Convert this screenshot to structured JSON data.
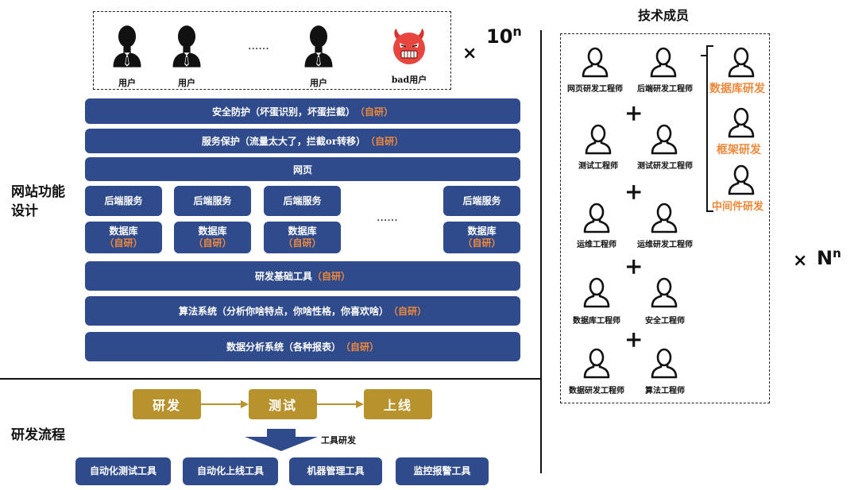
{
  "users": {
    "labels": [
      "用户",
      "用户",
      "用户",
      "bad用户"
    ],
    "ellipsis": "......",
    "multiplier": "×",
    "power_base": "10",
    "power_exp": "n"
  },
  "site_design": {
    "title_line1": "网站功能",
    "title_line2": "设计",
    "security": {
      "text": "安全防护（坏蛋识别，坏蛋拦截）",
      "tag": "（自研）"
    },
    "service_protect": {
      "text": "服务保护（流量太大了，拦截or转移）",
      "tag": "（自研）"
    },
    "webpage": "网页",
    "backend_label": "后端服务",
    "db_label": "数据库",
    "db_tag": "（自研）",
    "ellipsis": "......",
    "dev_tools": {
      "text": "研发基础工具",
      "tag": "（自研）"
    },
    "algorithm": {
      "text": "算法系统（分析你啥特点，你啥性格，你喜欢啥）",
      "tag": "（自研）"
    },
    "data_analysis": {
      "text": "数据分析系统（各种报表）",
      "tag": "（自研）"
    }
  },
  "process": {
    "title": "研发流程",
    "steps": [
      "研发",
      "测试",
      "上线"
    ],
    "tool_dev_label": "工具研发",
    "tools": [
      "自动化测试工具",
      "自动化上线工具",
      "机器管理工具",
      "监控报警工具"
    ]
  },
  "team": {
    "title": "技术成员",
    "rows": [
      [
        "网页研发工程师",
        "后端研发工程师"
      ],
      [
        "测试工程师",
        "测试研发工程师"
      ],
      [
        "运维工程师",
        "运维研发工程师"
      ],
      [
        "数据库工程师",
        "安全工程师"
      ],
      [
        "数据研发工程师",
        "算法工程师"
      ]
    ],
    "plus": "+",
    "specialties": [
      "数据库研发",
      "框架研发",
      "中间件研发"
    ],
    "multiplier": "×",
    "power_base": "N",
    "power_exp": "n"
  },
  "colors": {
    "bar_blue": "#2f4b8c",
    "accent_orange": "#f0883a",
    "process_gold": "#b8922c"
  }
}
